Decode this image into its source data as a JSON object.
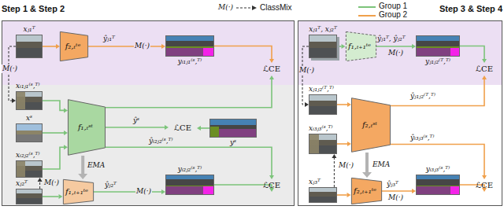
{
  "diagram": {
    "nodes": [
      {
        "text": [
          "Step 1 & Step 2"
        ]
      },
      {
        "text": [
          "xⱼ₁ᵀ"
        ],
        "in": 0
      },
      {
        "text": [
          "f₂,ₜᵗᵉ"
        ],
        "in": 0
      },
      {
        "text": [
          "yᵢ₁ⱼ₁⁽ˢ,ᵀ⁾"
        ],
        "in": 0
      },
      {
        "text": [
          "ℒCE"
        ],
        "in": 0
      },
      {
        "text": [
          "xᵢ₁ⱼ₁⁽ˢ,ᵀ⁾"
        ],
        "in": 0
      },
      {
        "text": [
          "xˢ"
        ],
        "in": 0
      },
      {
        "text": [
          "f₁,ₜˢᵗ"
        ],
        "in": 0
      },
      {
        "text": [
          "ℒCE"
        ],
        "in": 0
      },
      {
        "text": [
          "yˢ"
        ],
        "in": 0
      },
      {
        "text": [
          "xᵢ₂ⱼ₂⁽ˢ,ᵀ⁾"
        ],
        "in": 0
      },
      {
        "text": [
          "xⱼ₂ᵀ"
        ],
        "in": 0
      },
      {
        "text": [
          "f₁,ₜ₊₁ᵗᵉ"
        ],
        "in": 0
      },
      {
        "text": [
          "yᵢ₂ⱼ₂⁽ˢ,ᵀ⁾"
        ],
        "in": 0
      },
      {
        "text": [
          "ℒCE"
        ],
        "in": 0
      },
      {
        "text": [
          "Step 3 & Step 4"
        ]
      },
      {
        "text": [
          "xⱼ₁ᵀ, xⱼ₂ᵀ"
        ],
        "in": 15
      },
      {
        "text": [
          "f₁,ₜ₊₁ᵗᵉ"
        ],
        "in": 15
      },
      {
        "text": [
          "yⱼ₁ⱼ₂⁽ᵀ,ᵀ⁾"
        ],
        "in": 15
      },
      {
        "text": [
          "ℒCE"
        ],
        "in": 15
      },
      {
        "text": [
          "xⱼ₁ⱼ₂⁽ᵀ,ᵀ⁾"
        ],
        "in": 15
      },
      {
        "text": [
          "f₂,ₜˢᵗ"
        ],
        "in": 15
      },
      {
        "text": [
          "xᵢ₃ⱼ₃⁽ˢ,ᵀ⁾"
        ],
        "in": 15
      },
      {
        "text": [
          "f₂,ₜ₊₁ᵗᵉ"
        ],
        "in": 15
      },
      {
        "text": [
          "xⱼ₃ᵀ"
        ],
        "in": 15
      },
      {
        "text": [
          "yᵢ₃ⱼ₃⁽ˢ,ᵀ⁾"
        ],
        "in": 15
      },
      {
        "text": [
          "ℒCE"
        ],
        "in": 15
      }
    ],
    "edges": [
      {
        "from": 1,
        "to": 2,
        "arrow": "to"
      },
      {
        "from": 2,
        "to": 3,
        "label": "ŷⱼ₁ᵀ",
        "arrow": "to"
      },
      {
        "from": 3,
        "to": 4,
        "arrow": "to"
      },
      {
        "from": 1,
        "to": 5,
        "label": "M(·)",
        "arrow": "to"
      },
      {
        "from": 5,
        "to": 7,
        "arrow": "to"
      },
      {
        "from": 6,
        "to": 7,
        "arrow": "to"
      },
      {
        "from": 7,
        "to": 8,
        "label": "ŷˢ",
        "arrow": "to"
      },
      {
        "from": 9,
        "to": 8,
        "arrow": "to"
      },
      {
        "from": 7,
        "to": 4,
        "arrow": "to"
      },
      {
        "from": 7,
        "to": 14,
        "label": "ŷᵢ₂ⱼ₂⁽ˢ,ᵀ⁾",
        "arrow": "to"
      },
      {
        "from": 10,
        "to": 7,
        "arrow": "to"
      },
      {
        "from": 11,
        "to": 10,
        "label": "M(·)",
        "arrow": "to"
      },
      {
        "from": 7,
        "to": 12,
        "label": "EMA",
        "arrow": "to"
      },
      {
        "from": 11,
        "to": 12,
        "arrow": "to"
      },
      {
        "from": 12,
        "to": 13,
        "label": "ŷⱼ₂ᵀ",
        "arrow": "to"
      },
      {
        "from": 13,
        "to": 14,
        "arrow": "to"
      },
      {
        "from": 16,
        "to": 17,
        "arrow": "to"
      },
      {
        "from": 17,
        "to": 18,
        "label": "ŷⱼ₁ᵀ, ŷⱼ₂ᵀ",
        "arrow": "to"
      },
      {
        "from": 18,
        "to": 19,
        "arrow": "to"
      },
      {
        "from": 16,
        "to": 20,
        "label": "M(·)",
        "arrow": "to"
      },
      {
        "from": 20,
        "to": 21,
        "arrow": "to"
      },
      {
        "from": 22,
        "to": 21,
        "arrow": "to"
      },
      {
        "from": 21,
        "to": 19,
        "label": "ŷⱼ₁ⱼ₂⁽ᵀ,ᵀ⁾",
        "arrow": "to"
      },
      {
        "from": 21,
        "to": 26,
        "label": "ŷᵢ₃ⱼ₃⁽ˢ,ᵀ⁾",
        "arrow": "to"
      },
      {
        "from": 24,
        "to": 22,
        "label": "M(·)",
        "arrow": "to"
      },
      {
        "from": 21,
        "to": 23,
        "label": "EMA",
        "arrow": "to"
      },
      {
        "from": 24,
        "to": 23,
        "arrow": "to"
      },
      {
        "from": 23,
        "to": 25,
        "label": "ŷⱼ₃ᵀ",
        "arrow": "to"
      },
      {
        "from": 25,
        "to": 26,
        "arrow": "to"
      }
    ],
    "labels": [
      "M(·)",
      "M(·)",
      "M(·)",
      "M(·)",
      "M(·)"
    ],
    "legend": [
      {
        "text": "ClassMix"
      },
      {
        "text": "Group 1",
        "color": "#7cc47a"
      },
      {
        "text": "Group 2",
        "color": "#f0a04b"
      }
    ]
  }
}
